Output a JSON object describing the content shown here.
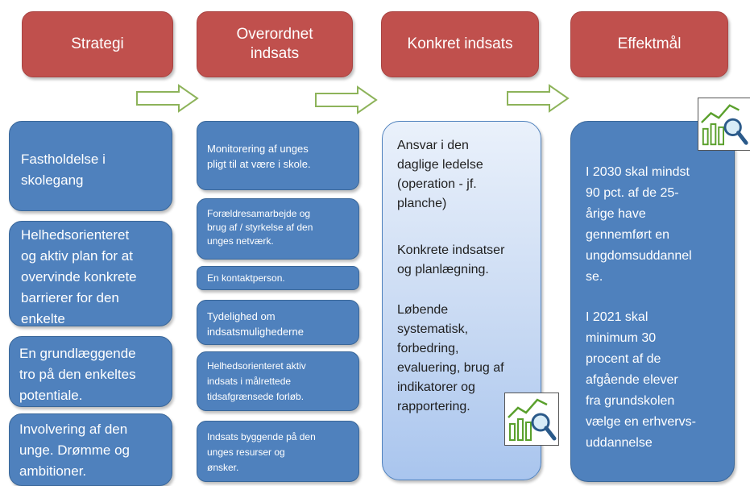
{
  "headers": [
    {
      "label": "Strategi"
    },
    {
      "label": "Overordnet\nindsats"
    },
    {
      "label": "Konkret indsats"
    },
    {
      "label": "Effektmål"
    }
  ],
  "strategy_boxes": [
    {
      "text": "Fastholdelse i\nskolegang"
    },
    {
      "text": "Helhedsorienteret\nog aktiv plan for at\novervinde konkrete\nbarrierer for den\nenkelte"
    },
    {
      "text": "En grundlæggende\ntro på den enkeltes\npotentiale."
    },
    {
      "text": "Involvering af den\nunge. Drømme og\nambitioner."
    }
  ],
  "effort_boxes": [
    {
      "text": "Monitorering af unges\npligt til at være i skole."
    },
    {
      "text": "Forældresamarbejde og\nbrug af / styrkelse af den\nunges netværk."
    },
    {
      "text": "En kontaktperson."
    },
    {
      "text": "Tydelighed om\nindsatsmulighederne"
    },
    {
      "text": "Helhedsorienteret aktiv\nindsats  i målrettede\ntidsafgrænsede forløb."
    },
    {
      "text": "Indsats byggende på den\nunges resurser og\nønsker."
    }
  ],
  "concrete": {
    "p1": "Ansvar i den\ndaglige ledelse\n(operation - jf.\nplanche)",
    "p2": "Konkrete indsatser\nog planlægning.",
    "p3": "Løbende\nsystematisk,\nforbedring,\nevaluering, brug af\nindikatorer og\nrapportering."
  },
  "goal": {
    "p1": "I 2030 skal mindst\n90 pct. af de 25-\nårige have\ngennemført en\nungdomsuddannel\nse.",
    "p2": "I 2021 skal\nminimum 30\nprocent af de\nafgående elever\nfra grundskolen\nvælge en erhvervs-\nuddannelse"
  },
  "icons": [
    "chart-magnifier-icon",
    "chart-magnifier-icon"
  ],
  "colors": {
    "header": "#c0504d",
    "box": "#4f81bd",
    "arrow_stroke": "#8db35a"
  }
}
